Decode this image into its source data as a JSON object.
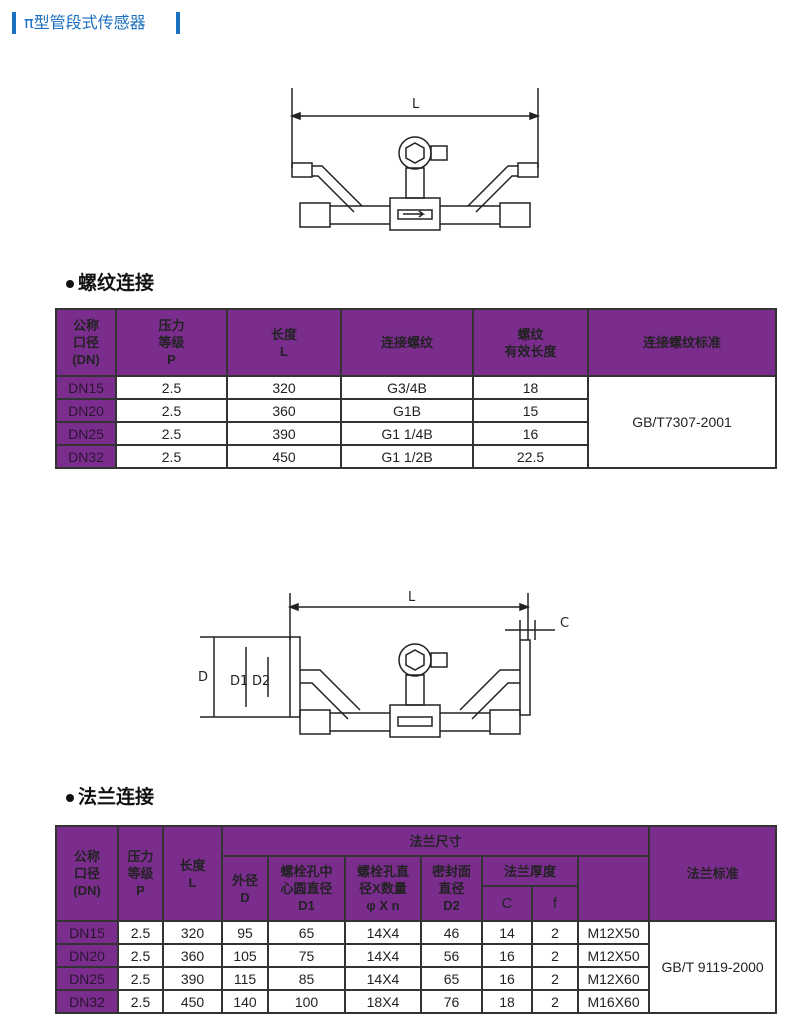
{
  "header": {
    "title": "π型管段式传感器"
  },
  "diagram1": {
    "label_L": "L"
  },
  "diagram2": {
    "label_L": "L",
    "label_C": "C",
    "label_D": "D",
    "label_D1": "D1",
    "label_D2": "D2"
  },
  "section1": {
    "title": "螺纹连接",
    "headers": [
      "公称\n口径\n(DN)",
      "压力\n等级\nP",
      "长度\nL",
      "连接螺纹",
      "螺纹\n有效长度",
      "连接螺纹标准"
    ],
    "rows": [
      [
        "DN15",
        "2.5",
        "320",
        "G3/4B",
        "18"
      ],
      [
        "DN20",
        "2.5",
        "360",
        "G1B",
        "15"
      ],
      [
        "DN25",
        "2.5",
        "390",
        "G1 1/4B",
        "16"
      ],
      [
        "DN32",
        "2.5",
        "450",
        "G1 1/2B",
        "22.5"
      ]
    ],
    "standard": "GB/T7307-2001"
  },
  "section2": {
    "title": "法兰连接",
    "headers": {
      "dn": "公称\n口径\n(DN)",
      "p": "压力\n等级\nP",
      "l": "长度\nL",
      "flange_size": "法兰尺寸",
      "d": "外径\nD",
      "d1": "螺栓孔中\n心圆直径\nD1",
      "phi": "螺栓孔直\n径X数量\nφ X n",
      "d2": "密封面\n直径\nD2",
      "thickness": "法兰厚度",
      "c": "C",
      "f": "f",
      "standard": "法兰标准"
    },
    "rows": [
      [
        "DN15",
        "2.5",
        "320",
        "95",
        "65",
        "14X4",
        "46",
        "14",
        "2",
        "M12X50"
      ],
      [
        "DN20",
        "2.5",
        "360",
        "105",
        "75",
        "14X4",
        "56",
        "16",
        "2",
        "M12X50"
      ],
      [
        "DN25",
        "2.5",
        "390",
        "115",
        "85",
        "14X4",
        "65",
        "16",
        "2",
        "M12X60"
      ],
      [
        "DN32",
        "2.5",
        "450",
        "140",
        "100",
        "18X4",
        "76",
        "18",
        "2",
        "M16X60"
      ]
    ],
    "standard": "GB/T 9119-2000"
  }
}
